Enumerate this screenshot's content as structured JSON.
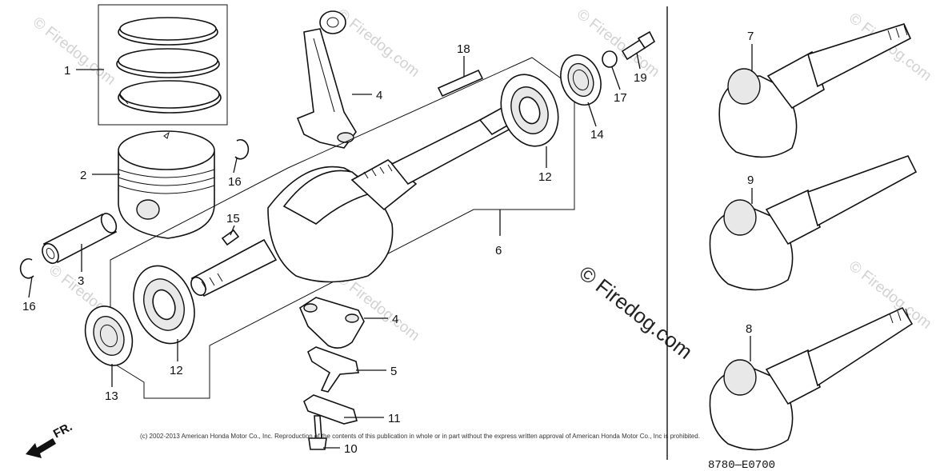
{
  "callouts": {
    "c1": "1",
    "c2": "2",
    "c3": "3",
    "c4a": "4",
    "c4b": "4",
    "c5": "5",
    "c6": "6",
    "c7": "7",
    "c8": "8",
    "c9": "9",
    "c10": "10",
    "c11": "11",
    "c12a": "12",
    "c12b": "12",
    "c13": "13",
    "c14": "14",
    "c15": "15",
    "c16a": "16",
    "c16b": "16",
    "c17": "17",
    "c18": "18",
    "c19": "19"
  },
  "watermark": "© Firedog.com",
  "copyright": "(c) 2002-2013 American Honda Motor Co., Inc. Reproduction of the contents of this publication in whole or in part without the express written approval of American Honda Motor Co., Inc is prohibited.",
  "diagram_code": "8780—E0700",
  "direction_label": "FR."
}
